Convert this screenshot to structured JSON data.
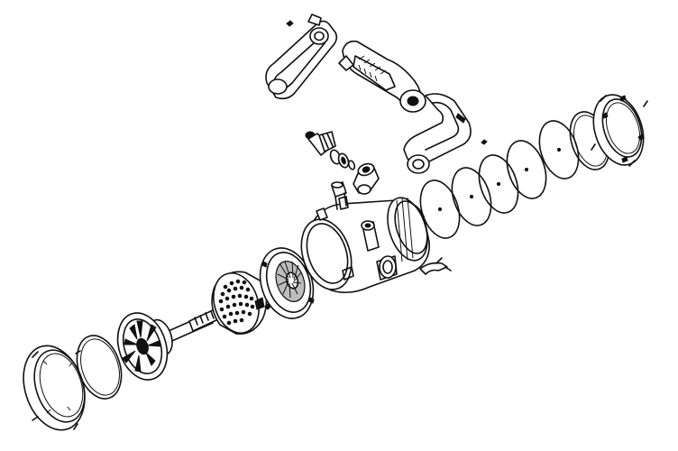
{
  "diagram": {
    "type": "exploded-view",
    "subject": "",
    "parts": [
      {
        "name": "rear-locking-ring"
      },
      {
        "name": "rear-o-ring"
      },
      {
        "name": "impeller-with-shaft"
      },
      {
        "name": "perforated-disc"
      },
      {
        "name": "cover-plate"
      },
      {
        "name": "main-housing"
      },
      {
        "name": "hose-fitting"
      },
      {
        "name": "o-rings"
      },
      {
        "name": "elbow-fitting"
      },
      {
        "name": "small-connector"
      },
      {
        "name": "retaining-clip"
      },
      {
        "name": "upper-handle"
      },
      {
        "name": "lower-handle"
      },
      {
        "name": "filter-discs"
      },
      {
        "name": "front-o-ring"
      },
      {
        "name": "front-locking-ring"
      },
      {
        "name": "screws"
      }
    ]
  }
}
